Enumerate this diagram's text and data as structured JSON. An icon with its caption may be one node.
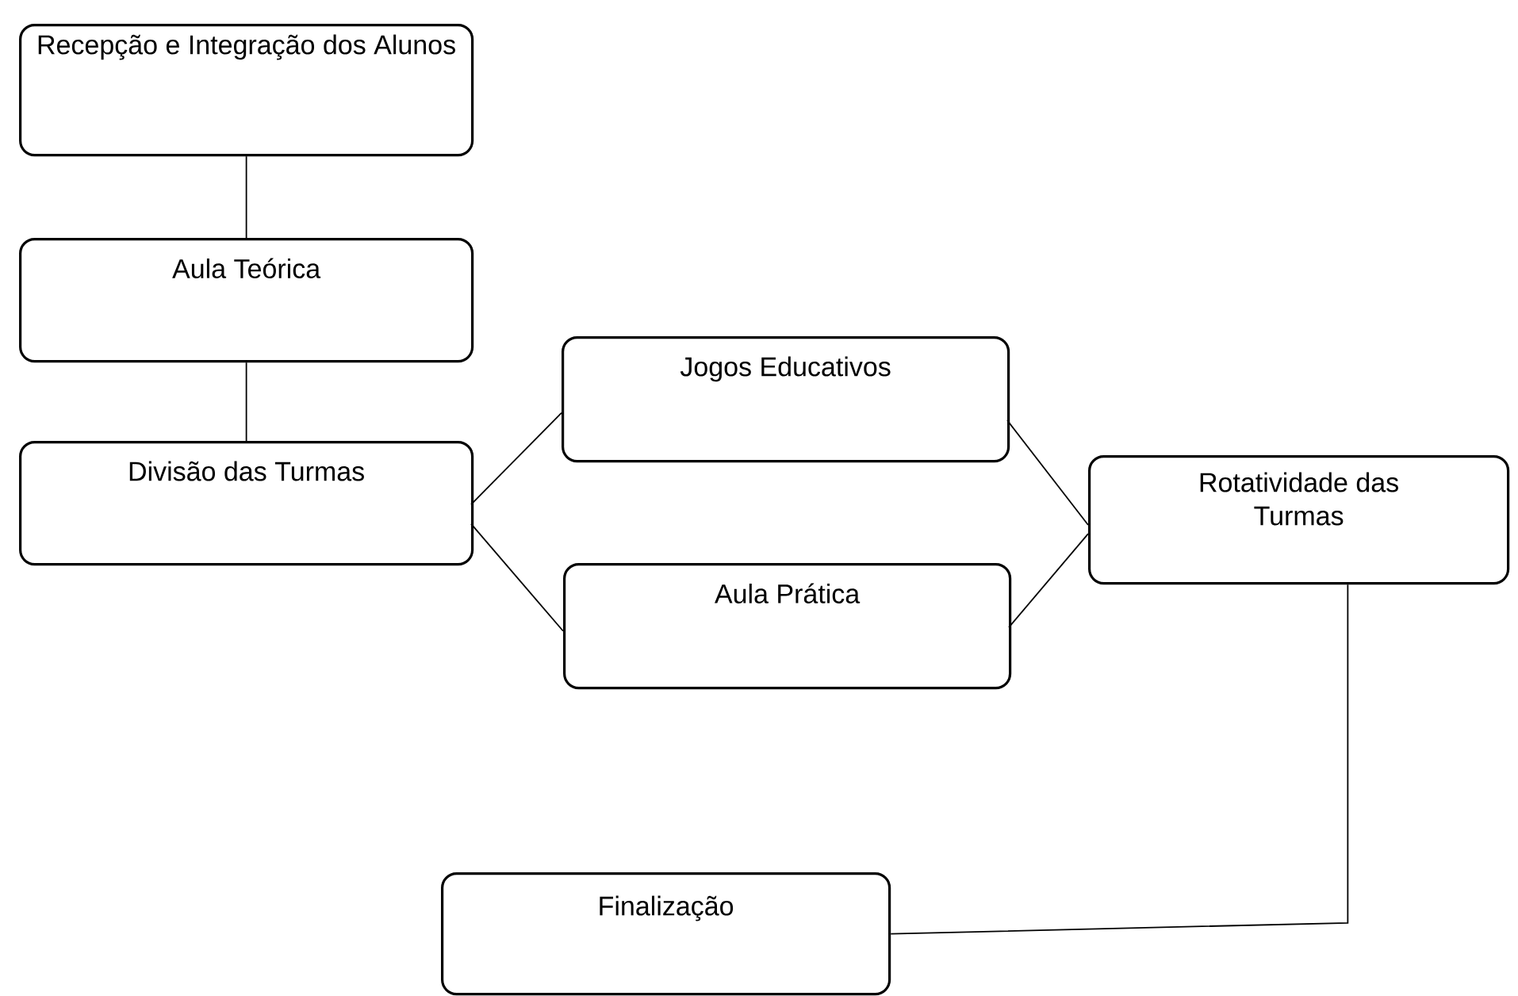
{
  "diagram": {
    "nodes": [
      {
        "text": [
          "Recepção e Integração dos Alunos"
        ]
      },
      {
        "text": [
          "Aula Teórica"
        ]
      },
      {
        "text": [
          "Divisão das Turmas"
        ]
      },
      {
        "text": [
          "Jogos Educativos"
        ]
      },
      {
        "text": [
          "Aula Prática"
        ]
      },
      {
        "text": [
          "Rotatividade das Turmas"
        ]
      },
      {
        "text": [
          "Finalização"
        ]
      }
    ],
    "edges": [
      {
        "from": 0,
        "to": 1,
        "arrow": "none"
      },
      {
        "from": 1,
        "to": 2,
        "arrow": "none"
      },
      {
        "from": 2,
        "to": 3,
        "arrow": "none"
      },
      {
        "from": 2,
        "to": 4,
        "arrow": "none"
      },
      {
        "from": 3,
        "to": 5,
        "arrow": "none"
      },
      {
        "from": 4,
        "to": 5,
        "arrow": "none"
      },
      {
        "from": 5,
        "to": 6,
        "arrow": "none"
      }
    ]
  }
}
